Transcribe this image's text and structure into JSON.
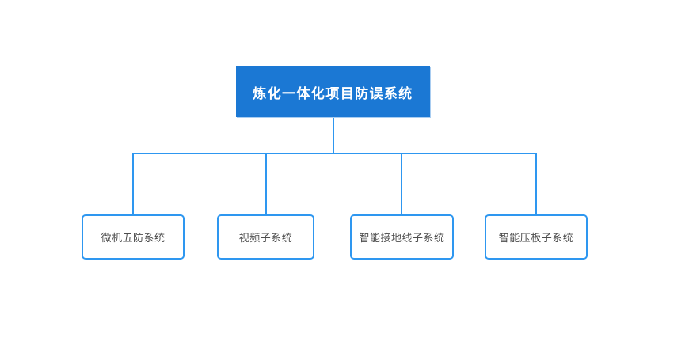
{
  "diagram": {
    "type": "org-tree",
    "root": {
      "label": "炼化一体化项目防误系统"
    },
    "children": [
      {
        "label": "微机五防系统"
      },
      {
        "label": "视频子系统"
      },
      {
        "label": "智能接地线子系统"
      },
      {
        "label": "智能压板子系统"
      }
    ],
    "colors": {
      "background": "#ffffff",
      "root_fill": "#1b78d4",
      "root_text": "#ffffff",
      "connector": "#2e97f0",
      "child_border": "#2e97f0",
      "child_fill": "#ffffff",
      "child_text": "#4d4d4d"
    }
  }
}
